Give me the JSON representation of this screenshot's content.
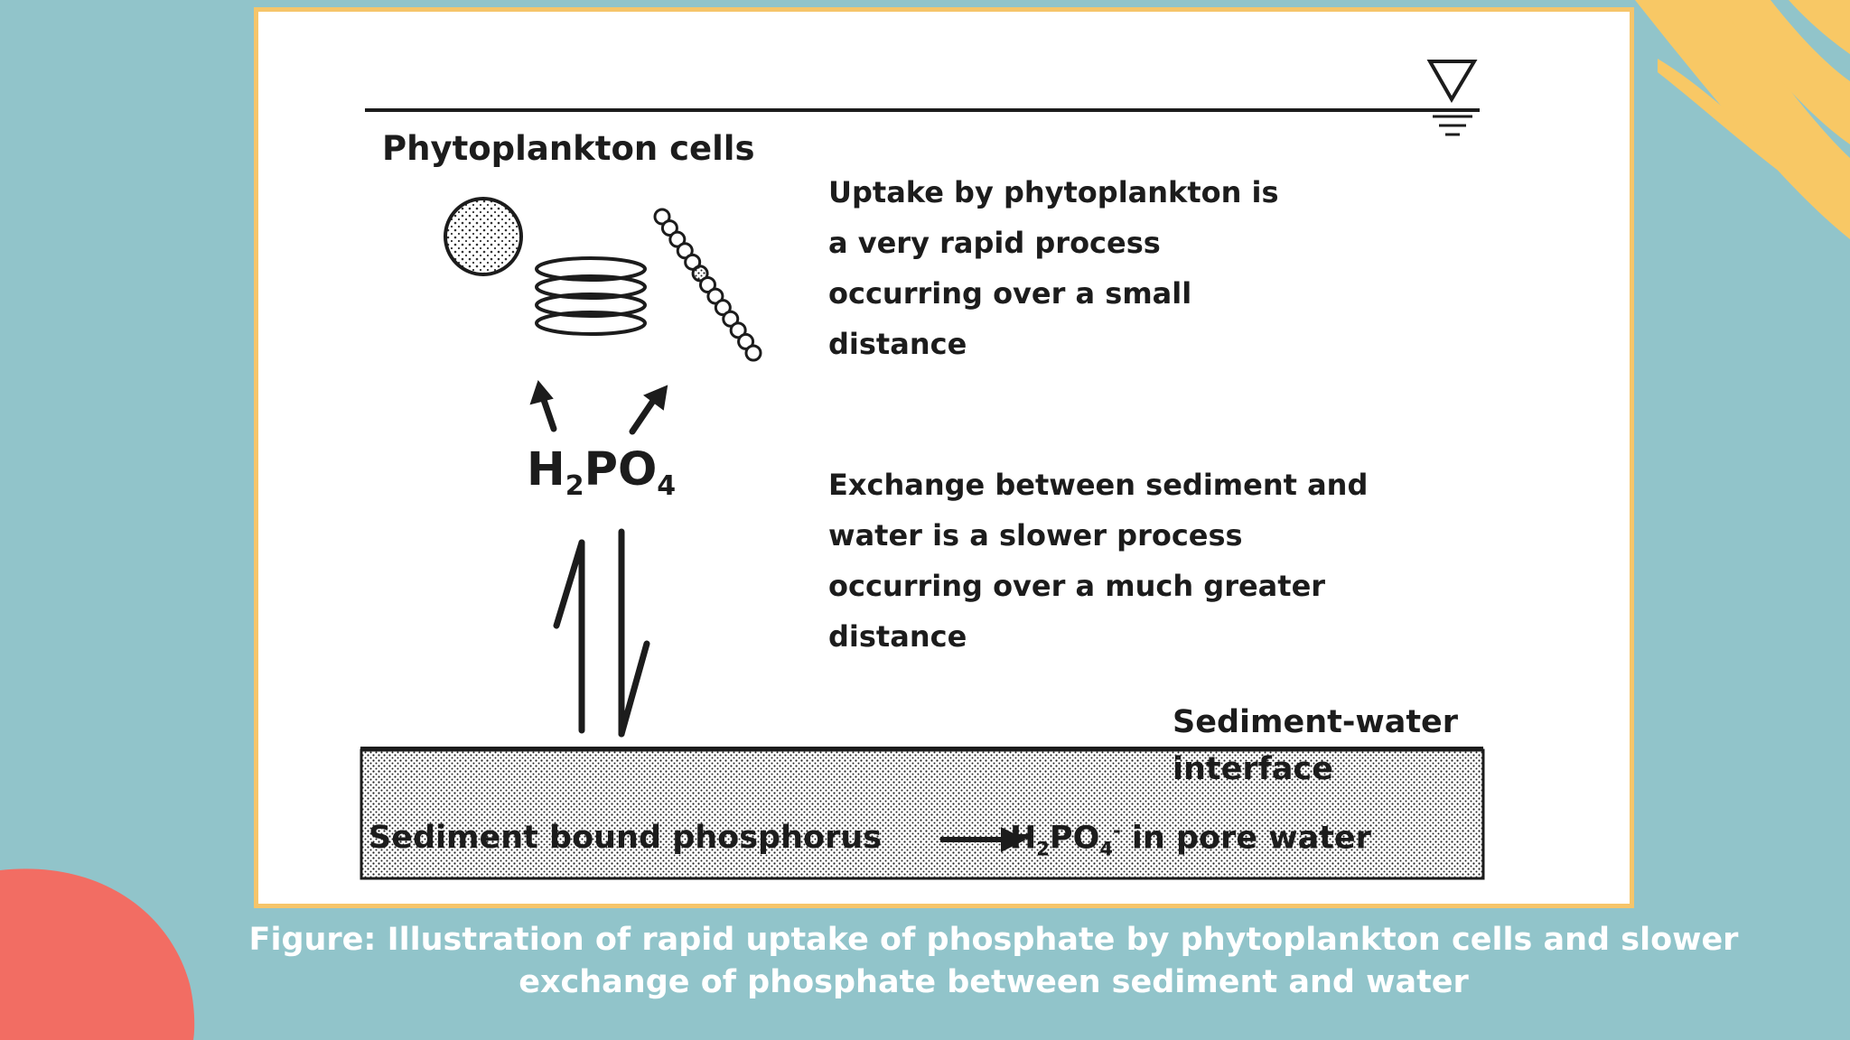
{
  "figure": {
    "heading": "Phytoplankton cells",
    "uptake_lines": [
      "Uptake by phytoplankton is",
      "a very rapid process",
      "occurring over a small",
      "distance"
    ],
    "exchange_lines": [
      "Exchange between sediment and",
      "water is a slower process",
      "occurring over a much greater",
      "distance"
    ],
    "molecule": {
      "base1": "H",
      "sub1": "2",
      "base2": "PO",
      "sub2": "4"
    },
    "interface_lines": [
      "Sediment-water",
      "interface"
    ],
    "sediment": {
      "left": "Sediment bound phosphorus",
      "right_pre": "H",
      "right_sub1": "2",
      "right_mid": "PO",
      "right_sub2": "4",
      "right_sup": "-",
      "right_post": " in pore water"
    }
  },
  "caption": {
    "line1": "Figure: Illustration of rapid uptake of phosphate by phytoplankton cells and slower",
    "line2": "exchange of phosphate between sediment and water"
  },
  "colors": {
    "background": "#91c4ca",
    "frame_border": "#f6c56a",
    "accent_yellow": "#f8c865",
    "accent_coral": "#f26d63",
    "ink": "#1c1c1c"
  },
  "icons": [
    "water-level-triangle-icon",
    "phytoplankton-sphere-icon",
    "phytoplankton-coil-icon",
    "phytoplankton-chain-icon"
  ]
}
